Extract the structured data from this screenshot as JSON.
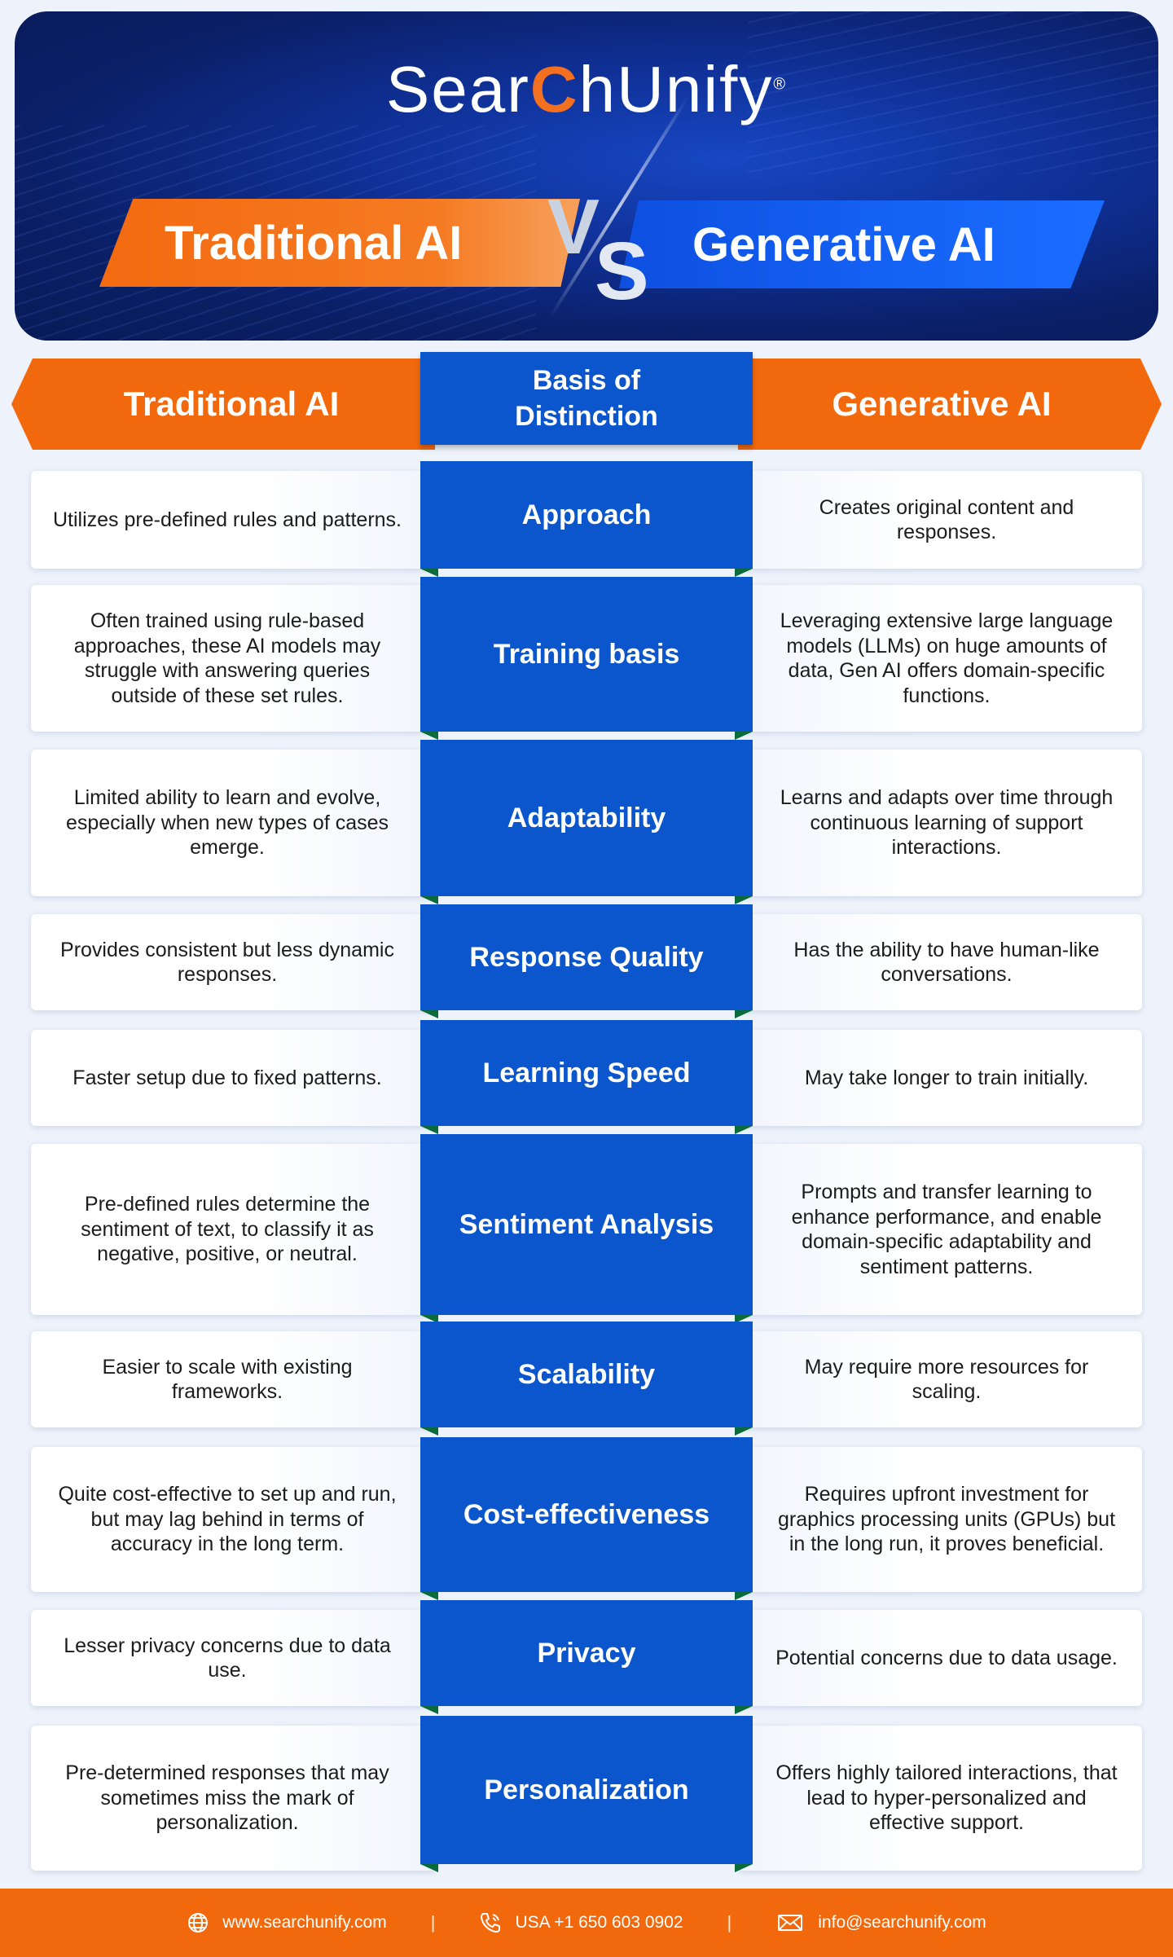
{
  "brand": {
    "name_part1": "Sear",
    "name_accent": "C",
    "name_part2": "hUnify",
    "registered": "®"
  },
  "hero": {
    "left_title": "Traditional AI",
    "vs_v": "V",
    "vs_s": "S",
    "right_title": "Generative AI"
  },
  "header": {
    "left": "Traditional AI",
    "middle": "Basis of Distinction",
    "right": "Generative AI"
  },
  "rows": [
    {
      "basis": "Approach",
      "traditional": "Utilizes pre-defined rules and patterns.",
      "generative": "Creates original content and responses."
    },
    {
      "basis": "Training basis",
      "traditional": "Often trained using rule-based approaches, these AI models may struggle with answering queries outside of these set rules.",
      "generative": "Leveraging extensive large language models (LLMs) on huge amounts of data, Gen AI offers domain-specific functions."
    },
    {
      "basis": "Adaptability",
      "traditional": "Limited ability to learn and evolve, especially when new types of cases emerge.",
      "generative": "Learns and adapts over time through continuous learning of support interactions."
    },
    {
      "basis": "Response Quality",
      "traditional": "Provides consistent but less dynamic responses.",
      "generative": "Has the ability to have human-like conversations."
    },
    {
      "basis": "Learning Speed",
      "traditional": "Faster setup due to fixed patterns.",
      "generative": "May take longer to train initially."
    },
    {
      "basis": "Sentiment Analysis",
      "traditional": "Pre-defined rules determine the sentiment of text, to classify it as negative, positive, or neutral.",
      "generative": "Prompts and transfer learning to enhance performance, and enable domain-specific adaptability and sentiment patterns."
    },
    {
      "basis": "Scalability",
      "traditional": "Easier to scale with existing frameworks.",
      "generative": "May require more resources for scaling."
    },
    {
      "basis": "Cost-effectiveness",
      "traditional": "Quite cost-effective to set up and run, but may lag behind in terms of accuracy in the long term.",
      "generative": "Requires upfront investment for graphics processing units (GPUs) but in the long run, it proves beneficial."
    },
    {
      "basis": "Privacy",
      "traditional": "Lesser privacy concerns due to data use.",
      "generative": "Potential concerns due to data usage."
    },
    {
      "basis": "Personalization",
      "traditional": "Pre-determined responses that may sometimes miss the mark of personalization.",
      "generative": "Offers highly tailored interactions, that lead to hyper-personalized and effective support."
    }
  ],
  "footer": {
    "website_icon": "globe-icon",
    "website": "www.searchunify.com",
    "separator": "|",
    "phone_icon": "phone-icon",
    "phone": "USA +1 650 603 0902",
    "email_icon": "envelope-icon",
    "email": "info@searchunify.com"
  },
  "colors": {
    "orange": "#f2690d",
    "blue": "#0b55cd",
    "navy": "#0a1f66",
    "background": "#eef3fb"
  }
}
